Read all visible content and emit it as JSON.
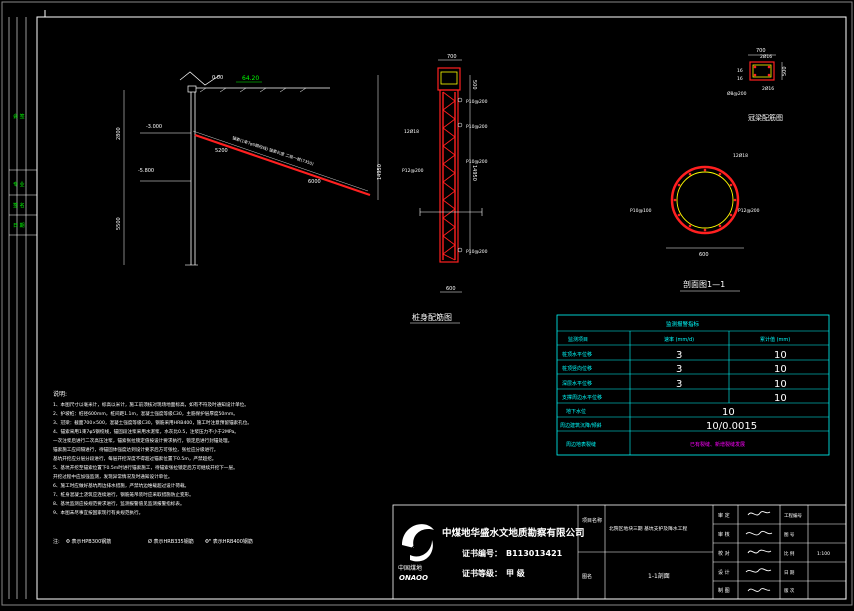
{
  "drawing": {
    "section_top": {
      "elev_ground": "0.00",
      "elev_a": "-3.000",
      "elev_b": "-5.800",
      "slope": "64.20",
      "dim_h1": "2800",
      "dim_h2": "5500",
      "anchor_dim1": "5200",
      "anchor_dim2": "6000",
      "anchor_note": "锚索(1束7φ5钢绞线) 锚索长度 二级一桩(7350)"
    },
    "pile": {
      "dim_w": "700",
      "dim_top": "500",
      "dim_mid": "14950",
      "dim_bot": "600",
      "tags": [
        "P10@200",
        "P10@200",
        "P10@200",
        "12Ø18",
        "P12@200",
        "P10@200"
      ],
      "title": "桩身配筋图"
    },
    "beam": {
      "dim_w": "700",
      "dim_h": "500",
      "bars_top": "2Ø16",
      "bars_bot": "2Ø16",
      "side_a": "16",
      "side_b": "16",
      "stirrup": "Ø8@200",
      "title": "冠梁配筋图"
    },
    "section11": {
      "bars": "12Ø18",
      "ring_left": "P10@100",
      "ring_right": "P12@200",
      "dia": "600",
      "title": "剖面图1—1"
    }
  },
  "monitor_table": {
    "title": "监测报警指标",
    "headers": [
      "监测项目",
      "速率 (mm/d)",
      "累计值 (mm)"
    ],
    "rows": [
      [
        "桩顶水平位移",
        "3",
        "10"
      ],
      [
        "桩顶竖向位移",
        "3",
        "10"
      ],
      [
        "深层水平位移",
        "3",
        "10"
      ],
      [
        "支撑周边水平位移",
        "",
        "10"
      ],
      [
        "地下水位",
        "10",
        ""
      ],
      [
        "周边建筑沉降/倾斜",
        "10/0.0015",
        ""
      ],
      [
        "周边地表裂缝",
        "已有裂缝、新增裂缝发展",
        ""
      ]
    ]
  },
  "notes": {
    "heading": "说明:",
    "lines": [
      "1、本图尺寸以毫米计，标高以米计，施工前须核对现场地面标高，如有不符及时通知设计单位。",
      "2、护坡桩：桩径600mm，桩间距1.1m，混凝土强度等级C30，主筋保护层厚度50mm。",
      "3、冠梁：截面700×500，混凝土强度等级C30，钢筋采用HRB400，施工时注意预留锚索孔位。",
      "4、锚索采用1束7φ5钢绞线，锚固段注浆采用水泥浆，水灰比0.5，注浆压力不小于2MPa。",
      "   一次注浆后进行二次高压注浆，锚索张拉锁定值按设计要求执行，锁定后进行封锚处理。",
      "   锚索施工应间隔进行，待锚固体强度达到设计要求后方可张拉，张拉应分级进行。",
      "   基坑开挖应分层分段进行，每层开挖深度不得超过锚索位置下0.5m，严禁超挖。",
      "5、基坑开挖至锚索位置下0.5m时进行锚索施工，待锚索张拉锁定后方可继续开挖下一层。",
      "   开挖过程中应加强监测，发现异常情况及时通知设计单位。",
      "6、施工时应做好基坑周边排水措施，严禁坑边堆载超过设计荷载。",
      "7、桩身混凝土浇筑应连续进行，钢筋笼吊装时应采取措施防止变形。",
      "8、基坑监测应按规范要求进行，监测报警值见监测报警指标表。",
      "9、本图未尽事宜按国家现行有关规范执行。"
    ],
    "legend_prefix": "注:",
    "legend": [
      "Φ 表示HPB300钢筋",
      "Ø 表示HRB335钢筋",
      "Φᴿ 表示HRB400钢筋"
    ]
  },
  "title_block": {
    "company": "中煤地华盛水文地质勘察有限公司",
    "logo_cn": "中国煤地",
    "logo_en": "ONAOO",
    "cert_label": "证书编号：",
    "cert_no": "B113013421",
    "grade_label": "证书等级：",
    "grade": "甲    级",
    "project_label": "项目名称",
    "project": "北院区地块三期 基坑支护及降水工程",
    "drawing_label": "图名",
    "drawing_name": "1-1剖面",
    "sign_rows": [
      [
        "审 定",
        ""
      ],
      [
        "审 核",
        ""
      ],
      [
        "校 对",
        ""
      ],
      [
        "设 计",
        ""
      ],
      [
        "制 图",
        ""
      ]
    ],
    "meta_rows": [
      [
        "工程编号",
        ""
      ],
      [
        "图 号",
        ""
      ],
      [
        "比 例",
        "1:100"
      ],
      [
        "日 期",
        ""
      ],
      [
        "版 次",
        ""
      ]
    ]
  },
  "left_strip": {
    "labels": [
      "会 签",
      "专 业",
      "签 名",
      "日 期"
    ]
  }
}
